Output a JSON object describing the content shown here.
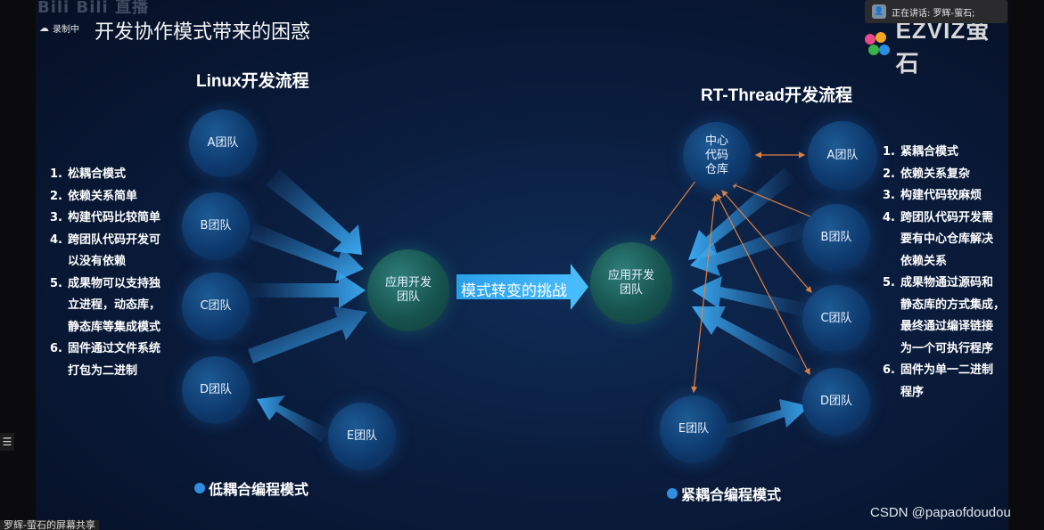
{
  "overlay": {
    "top_logo": "Bili Bili 直播",
    "recording": "录制中",
    "speaker": "正在讲话: 罗辉-萤石;",
    "share_bar": "罗辉-萤石的屏幕共享",
    "menu_icon": "menu-icon",
    "watermark": "CSDN @papaofdoudou"
  },
  "slide": {
    "title": "开发协作模式带来的困惑",
    "brand": "EZVIZ萤石",
    "colors": {
      "background": "#0a1c3d",
      "node": "#0e3a6e",
      "center_node": "#17534f",
      "blue_arrow": "#2e8fe0",
      "orange_arrow": "#e08040"
    }
  },
  "linux": {
    "title": "Linux开发流程",
    "teams": [
      "A团队",
      "B团队",
      "C团队",
      "D团队",
      "E团队"
    ],
    "center": "应用开发团队",
    "points": [
      {
        "num": "1.",
        "text": "松耦合模式"
      },
      {
        "num": "2.",
        "text": "依赖关系简单"
      },
      {
        "num": "3.",
        "text": "构建代码比较简单"
      },
      {
        "num": "4.",
        "text": "跨团队代码开发可"
      },
      {
        "num": "",
        "text": "以没有依赖"
      },
      {
        "num": "5.",
        "text": "成果物可以支持独"
      },
      {
        "num": "",
        "text": "立进程，动态库，"
      },
      {
        "num": "",
        "text": "静态库等集成模式"
      },
      {
        "num": "6.",
        "text": "固件通过文件系统"
      },
      {
        "num": "",
        "text": "打包为二进制"
      }
    ],
    "mode": "低耦合编程模式"
  },
  "transition": "模式转变的挑战",
  "rtthread": {
    "title": "RT-Thread开发流程",
    "repo": "中心代码仓库",
    "teams": [
      "A团队",
      "B团队",
      "C团队",
      "D团队",
      "E团队"
    ],
    "center": "应用开发团队",
    "points": [
      {
        "num": "1.",
        "text": "紧耦合模式"
      },
      {
        "num": "2.",
        "text": "依赖关系复杂"
      },
      {
        "num": "3.",
        "text": "构建代码较麻烦"
      },
      {
        "num": "4.",
        "text": "跨团队代码开发需"
      },
      {
        "num": "",
        "text": "要有中心仓库解决"
      },
      {
        "num": "",
        "text": "依赖关系"
      },
      {
        "num": "5.",
        "text": "成果物通过源码和"
      },
      {
        "num": "",
        "text": "静态库的方式集成，"
      },
      {
        "num": "",
        "text": "最终通过编译链接"
      },
      {
        "num": "",
        "text": "为一个可执行程序"
      },
      {
        "num": "6.",
        "text": "固件为单一二进制"
      },
      {
        "num": "",
        "text": "程序"
      }
    ],
    "mode": "紧耦合编程模式"
  }
}
